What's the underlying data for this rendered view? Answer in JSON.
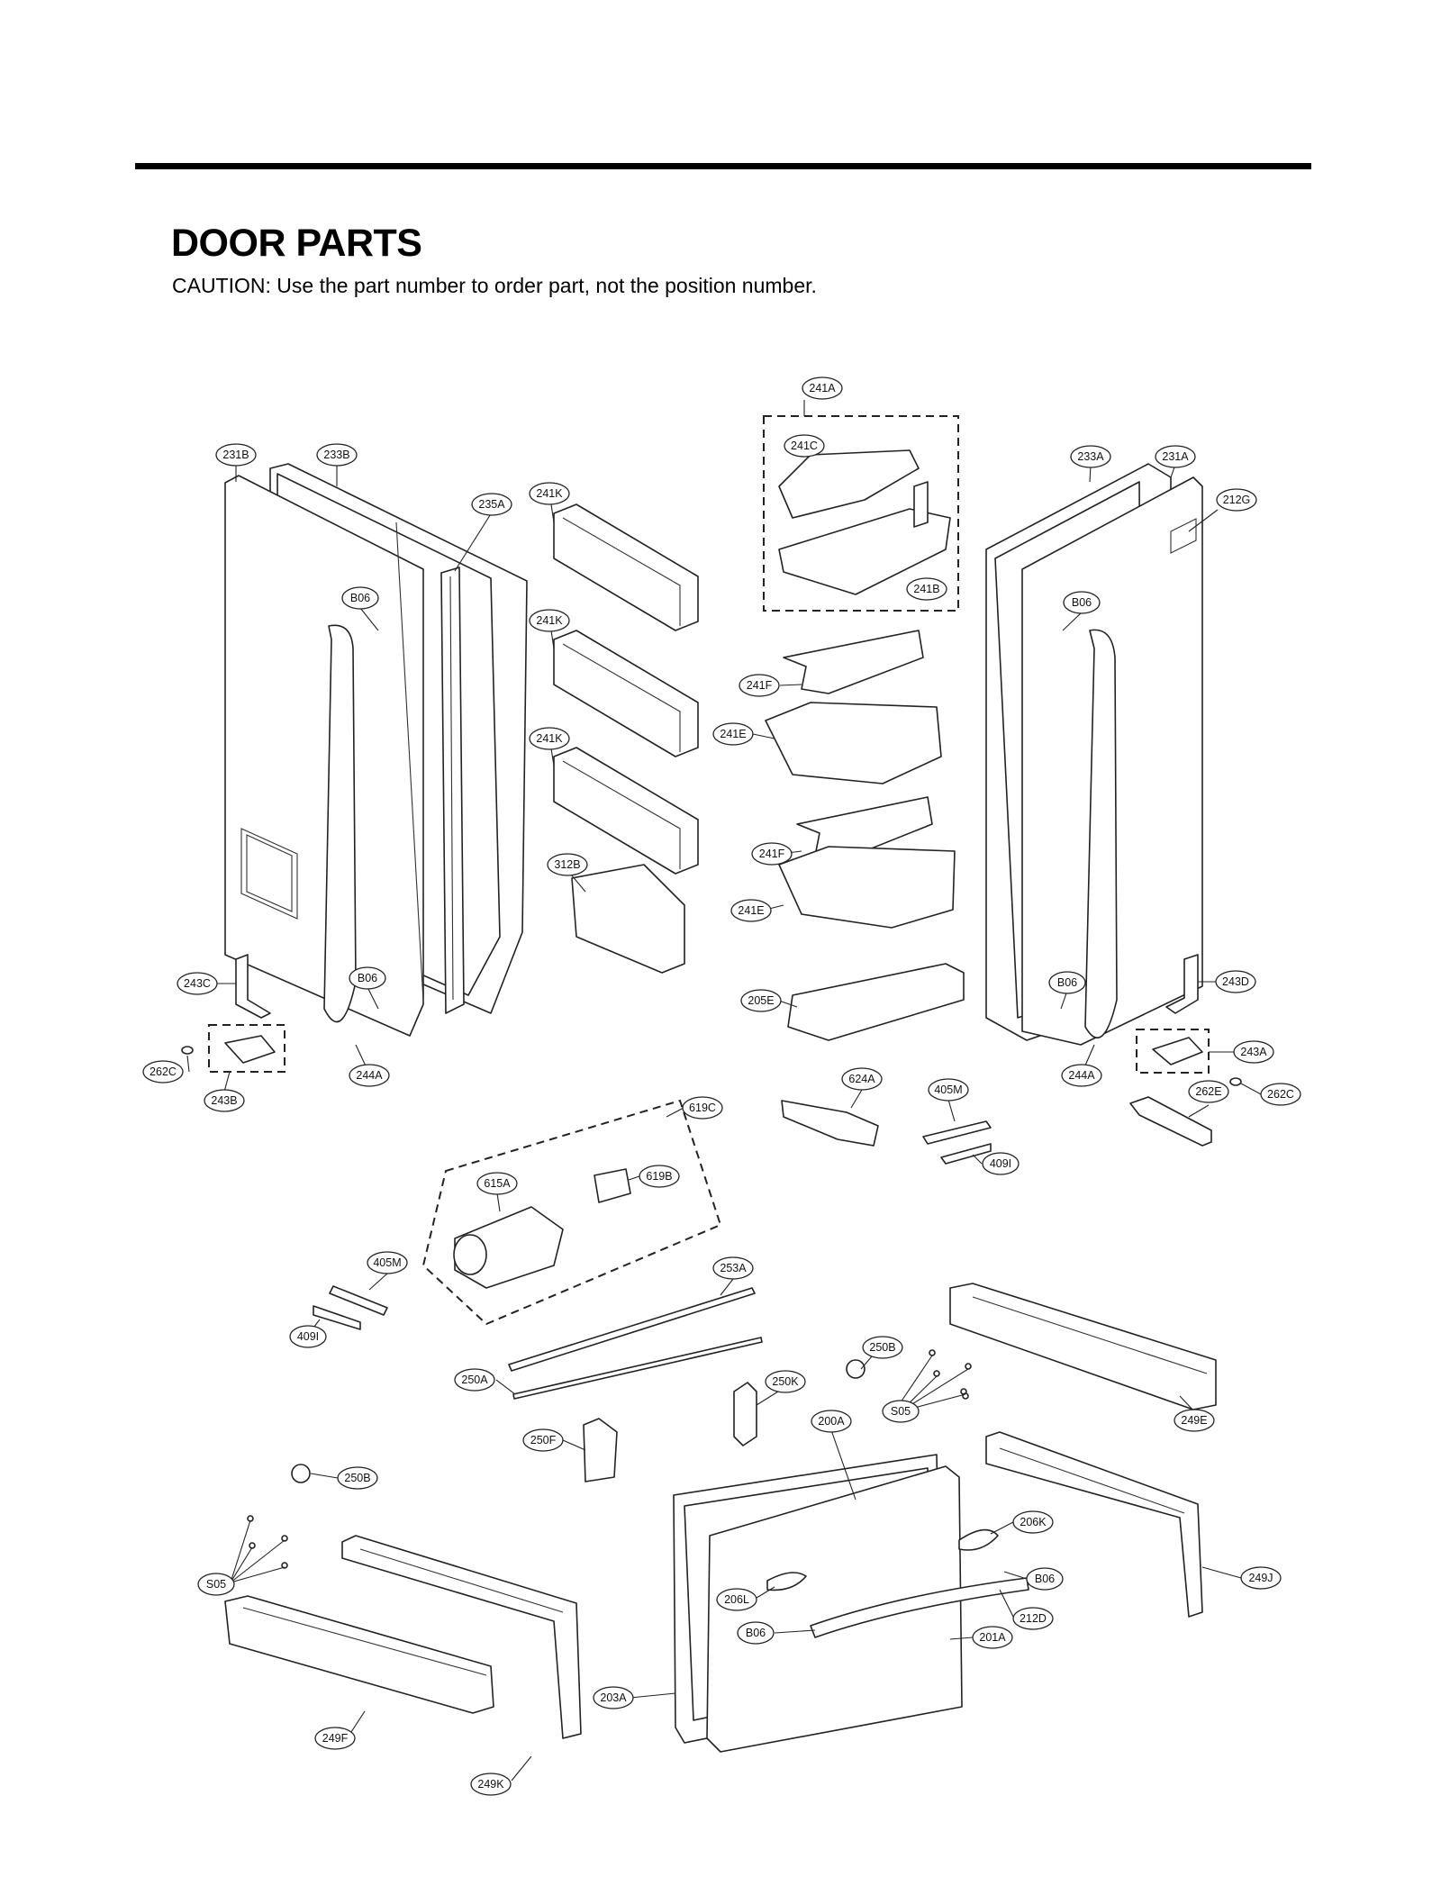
{
  "header": {
    "title": "DOOR PARTS",
    "caution": "CAUTION: Use the part number to order part, not the position number."
  },
  "callouts": [
    "241A",
    "241C",
    "241B",
    "231B",
    "233B",
    "235A",
    "241K",
    "241K",
    "241K",
    "233A",
    "231A",
    "212G",
    "B06",
    "B06",
    "B06",
    "B06",
    "241F",
    "241E",
    "241F",
    "241E",
    "312B",
    "205E",
    "243C",
    "243D",
    "243A",
    "243B",
    "262C",
    "262C",
    "244A",
    "244A",
    "262E",
    "624A",
    "405M",
    "409I",
    "619C",
    "619B",
    "615A",
    "405M",
    "409I",
    "253A",
    "250A",
    "250B",
    "250K",
    "S05",
    "249E",
    "250F",
    "200A",
    "250B",
    "206K",
    "S05",
    "B06",
    "206L",
    "249J",
    "B06",
    "212D",
    "201A",
    "203A",
    "249F",
    "249K"
  ]
}
